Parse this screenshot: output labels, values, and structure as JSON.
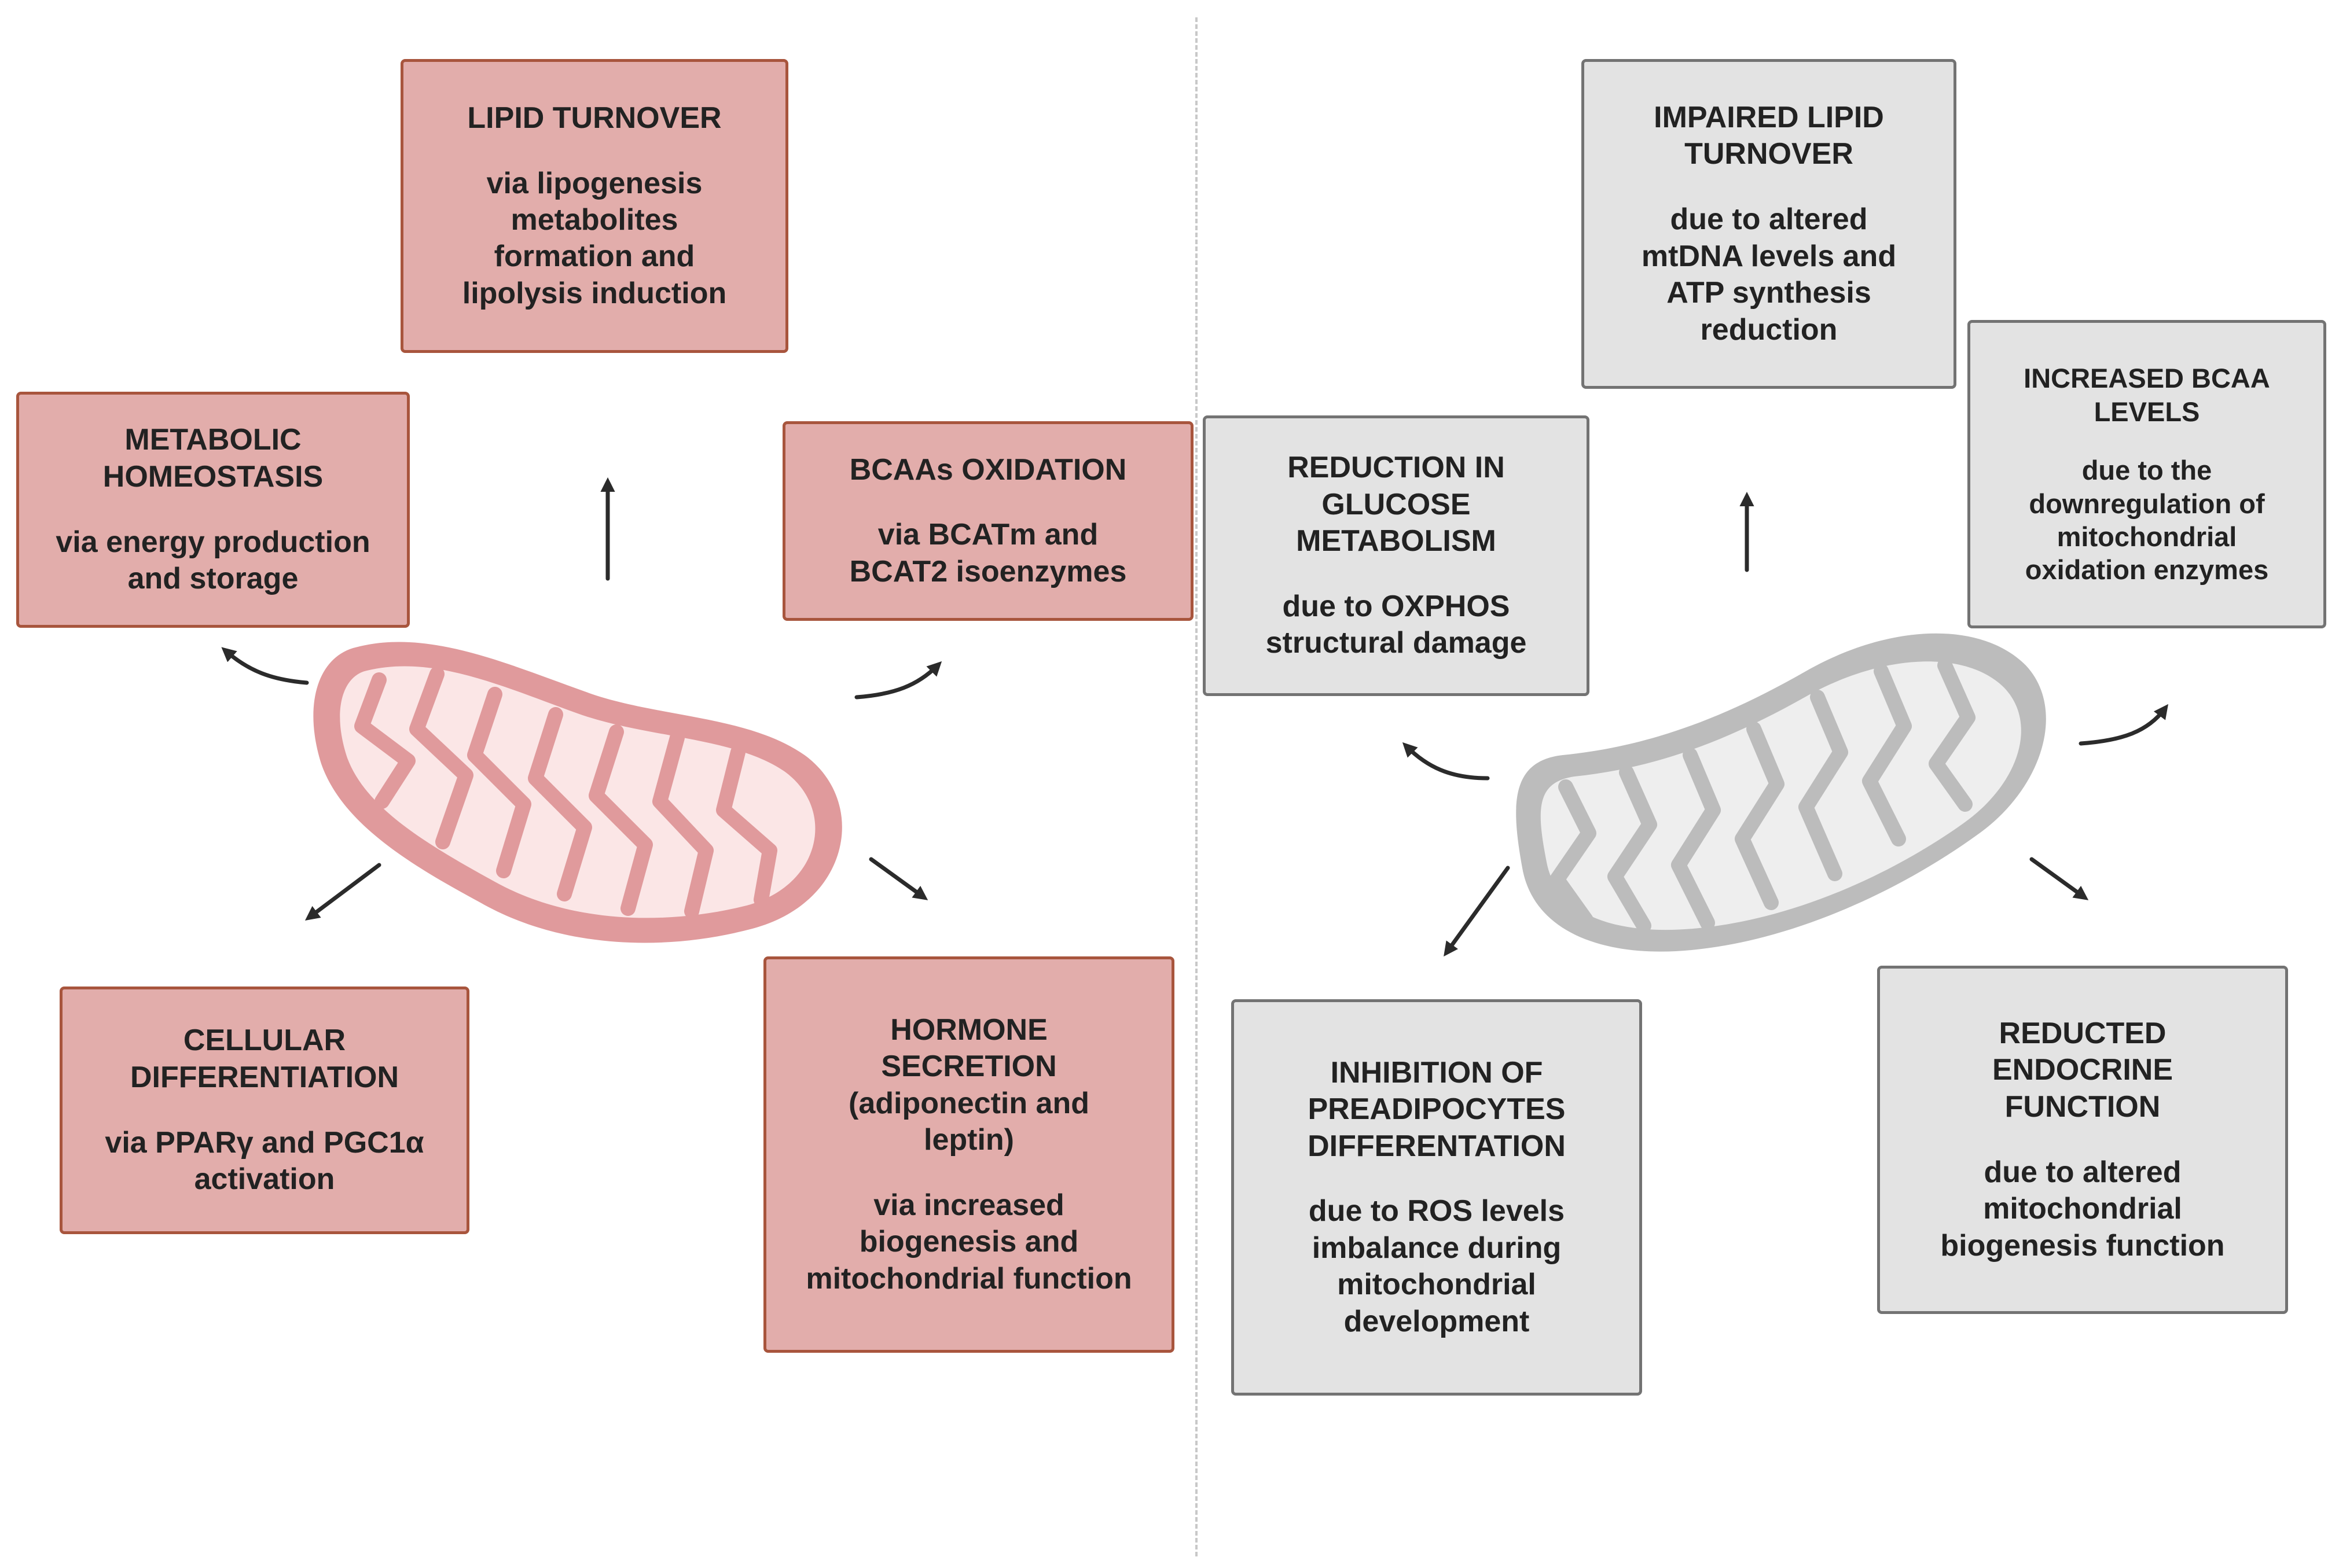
{
  "colors": {
    "healthy_fill": "#e2adab",
    "healthy_border": "#a8553d",
    "impaired_fill": "#e3e3e3",
    "impaired_border": "#737373",
    "mito_healthy_outer": "#e09a9c",
    "mito_healthy_inner": "#fbe6e6",
    "mito_impaired_outer": "#bcbcbc",
    "mito_impaired_inner": "#eeeeee",
    "arrow": "#2b2b2b"
  },
  "healthy": {
    "lipid_turnover": {
      "title": "LIPID TURNOVER",
      "desc": "via lipogenesis\nmetabolites\nformation and\nlipolysis induction"
    },
    "metabolic_homeostasis": {
      "title": "METABOLIC\nHOMEOSTASIS",
      "desc": "via energy production\nand storage"
    },
    "bcaas_oxidation": {
      "title": "BCAAs OXIDATION",
      "desc": "via BCATm and\nBCAT2 isoenzymes"
    },
    "cellular_differentiation": {
      "title": "CELLULAR\nDIFFERENTIATION",
      "desc": "via PPARγ and PGC1α\nactivation"
    },
    "hormone_secretion": {
      "title": "HORMONE\nSECRETION\n(adiponectin and\nleptin)",
      "desc": "via increased\nbiogenesis and\nmitochondrial function"
    }
  },
  "impaired": {
    "impaired_lipid_turnover": {
      "title": "IMPAIRED LIPID\nTURNOVER",
      "desc": "due to altered\nmtDNA levels and\nATP synthesis\nreduction"
    },
    "glucose_metabolism": {
      "title": "REDUCTION IN\nGLUCOSE\nMETABOLISM",
      "desc": "due to OXPHOS\nstructural damage"
    },
    "bcaa_levels": {
      "title": "INCREASED BCAA\nLEVELS",
      "desc": "due to the\ndownregulation of\nmitochondrial\noxidation enzymes"
    },
    "preadipocytes": {
      "title": "INHIBITION OF\nPREADIPOCYTES\nDIFFERENTATION",
      "desc": "due to ROS levels\nimbalance during\nmitochondrial\ndevelopment"
    },
    "endocrine_function": {
      "title": "REDUCTED\nENDOCRINE\nFUNCTION",
      "desc": "due to altered\nmitochondrial\nbiogenesis function"
    }
  }
}
